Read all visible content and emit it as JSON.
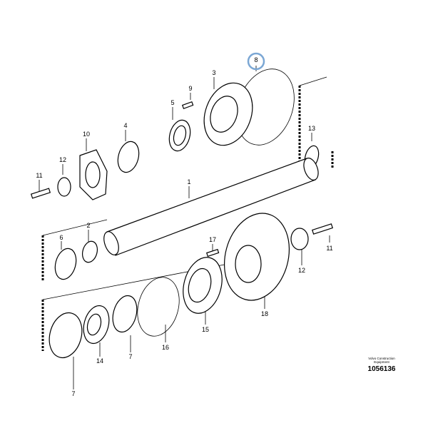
{
  "diagram": {
    "labels": [
      "8",
      "3",
      "9",
      "5",
      "4",
      "10",
      "13",
      "12",
      "11",
      "1",
      "6",
      "2",
      "17",
      "11",
      "12",
      "18",
      "15",
      "16",
      "7",
      "14",
      "7"
    ],
    "highlighted_label": "8",
    "highlight_color": "#7ba7d4"
  },
  "credit": {
    "company_line1": "Volvo Construction",
    "company_line2": "Equipment",
    "drawing_number": "1056136"
  }
}
